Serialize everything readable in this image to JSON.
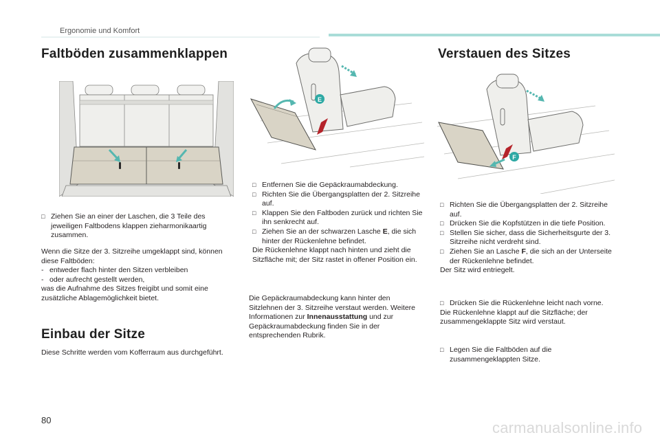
{
  "header": {
    "section": "Ergonomie und Komfort"
  },
  "left": {
    "title1": "Faltböden zusammenklappen",
    "bullet1": "Ziehen Sie an einer der Laschen, die 3 Teile des jeweiligen Faltbodens klappen zieharmonikaartig zusammen.",
    "para1": "Wenn die Sitze der 3. Sitzreihe umgeklappt sind, können diese Faltböden:",
    "dash1": "entweder flach hinter den Sitzen verbleiben",
    "dash2": "oder aufrecht gestellt werden,",
    "para2": "was die Aufnahme des Sitzes freigibt und somit eine zusätzliche Ablagemöglichkeit bietet.",
    "title2": "Einbau der Sitze",
    "para3": "Diese Schritte werden vom Kofferraum aus durchgeführt."
  },
  "middle": {
    "label_e": "E",
    "b1": "Entfernen Sie die Gepäckraumabdeckung.",
    "b2": "Richten Sie die Übergangsplatten der 2. Sitzreihe auf.",
    "b3": "Klappen Sie den Faltboden zurück und richten Sie ihn senkrecht auf.",
    "b4_pre": "Ziehen Sie an der schwarzen Lasche ",
    "b4_key": "E",
    "b4_post": ", die sich hinter der Rückenlehne befindet.",
    "para1": "Die Rückenlehne klappt nach hinten und zieht die Sitzfläche mit; der Sitz rastet in offener Position ein.",
    "para2_pre": "Die Gepäckraumabdeckung kann hinter den Sitzlehnen der 3. Sitzreihe verstaut werden. Weitere Informationen zur ",
    "para2_key": "Innenausstattung",
    "para2_post": " und zur Gepäckraumabdeckung finden Sie in der entsprechenden Rubrik."
  },
  "right": {
    "title": "Verstauen des Sitzes",
    "label_f": "F",
    "b1": "Richten Sie die Übergangsplatten der 2. Sitzreihe auf.",
    "b2": "Drücken Sie die Kopfstützen in die tiefe Position.",
    "b3": "Stellen Sie sicher, dass die Sicherheitsgurte der 3. Sitzreihe nicht verdreht sind.",
    "b4_pre": "Ziehen Sie an Lasche ",
    "b4_key": "F",
    "b4_post": ", die sich an der Unterseite der Rückenlehne befindet.",
    "para1": "Der Sitz wird entriegelt.",
    "b5": "Drücken Sie die Rückenlehne leicht nach vorne.",
    "para2": "Die Rückenlehne klappt auf die Sitzfläche; der zusammengeklappte Sitz wird verstaut.",
    "b6": "Legen Sie die Faltböden auf die zusammengeklappten Sitze."
  },
  "footer": {
    "page_number": "80",
    "watermark": "carmanualsonline.info"
  },
  "colors": {
    "accent": "#a9ddd8",
    "arrow": "#55b7b0",
    "badge": "#2ea9a4",
    "strap": "#b5232a"
  },
  "icons": {
    "bullet": "check-box-icon"
  }
}
